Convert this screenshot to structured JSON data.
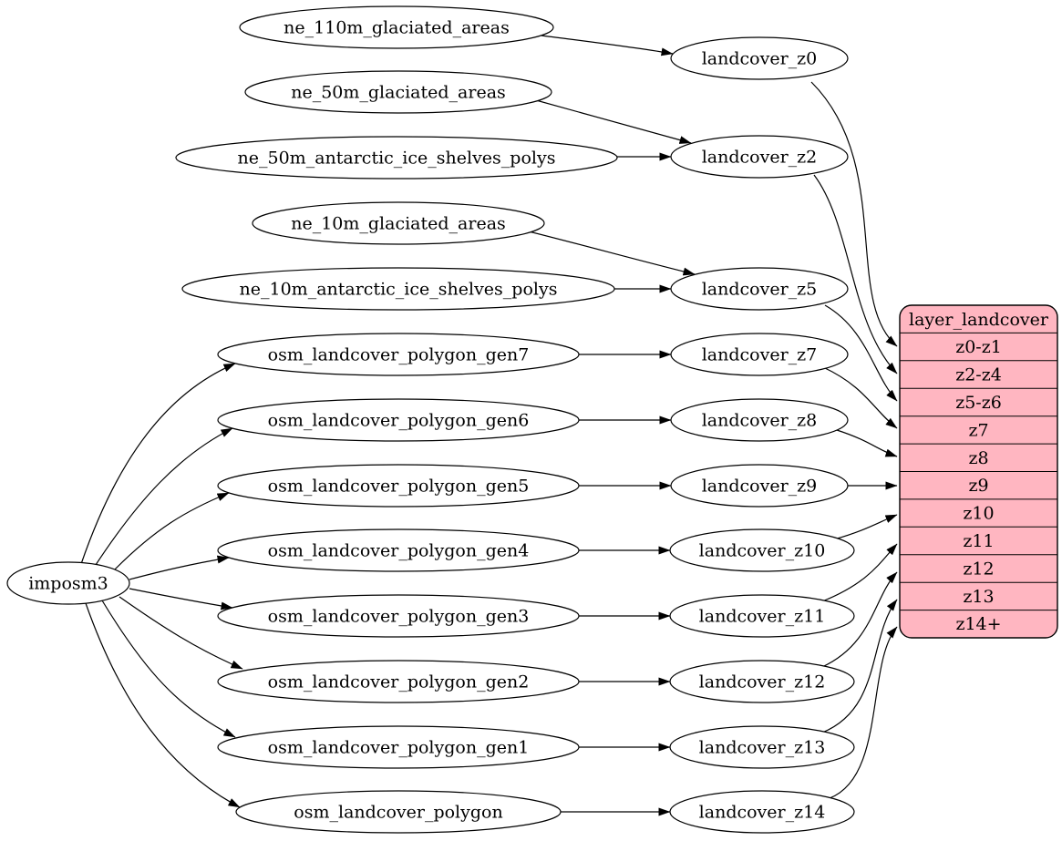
{
  "diagram": {
    "type": "graphviz-flow",
    "background": "#ffffff",
    "node_fill": "#ffffff",
    "node_stroke": "#000000",
    "edge_color": "#000000",
    "nodes": {
      "imposm3": "imposm3",
      "ne_110m_glaciated_areas": "ne_110m_glaciated_areas",
      "ne_50m_glaciated_areas": "ne_50m_glaciated_areas",
      "ne_50m_antarctic_ice_shelves_polys": "ne_50m_antarctic_ice_shelves_polys",
      "ne_10m_glaciated_areas": "ne_10m_glaciated_areas",
      "ne_10m_antarctic_ice_shelves_polys": "ne_10m_antarctic_ice_shelves_polys",
      "osm_landcover_polygon_gen7": "osm_landcover_polygon_gen7",
      "osm_landcover_polygon_gen6": "osm_landcover_polygon_gen6",
      "osm_landcover_polygon_gen5": "osm_landcover_polygon_gen5",
      "osm_landcover_polygon_gen4": "osm_landcover_polygon_gen4",
      "osm_landcover_polygon_gen3": "osm_landcover_polygon_gen3",
      "osm_landcover_polygon_gen2": "osm_landcover_polygon_gen2",
      "osm_landcover_polygon_gen1": "osm_landcover_polygon_gen1",
      "osm_landcover_polygon": "osm_landcover_polygon",
      "landcover_z0": "landcover_z0",
      "landcover_z2": "landcover_z2",
      "landcover_z5": "landcover_z5",
      "landcover_z7": "landcover_z7",
      "landcover_z8": "landcover_z8",
      "landcover_z9": "landcover_z9",
      "landcover_z10": "landcover_z10",
      "landcover_z11": "landcover_z11",
      "landcover_z12": "landcover_z12",
      "landcover_z13": "landcover_z13",
      "landcover_z14": "landcover_z14"
    },
    "record": {
      "title": "layer_landcover",
      "rows": [
        "z0-z1",
        "z2-z4",
        "z5-z6",
        "z7",
        "z8",
        "z9",
        "z10",
        "z11",
        "z12",
        "z13",
        "z14+"
      ],
      "fill": "#ffb6c1",
      "stroke": "#000000"
    },
    "edges": [
      {
        "from": "imposm3",
        "to": "osm_landcover_polygon_gen7"
      },
      {
        "from": "imposm3",
        "to": "osm_landcover_polygon_gen6"
      },
      {
        "from": "imposm3",
        "to": "osm_landcover_polygon_gen5"
      },
      {
        "from": "imposm3",
        "to": "osm_landcover_polygon_gen4"
      },
      {
        "from": "imposm3",
        "to": "osm_landcover_polygon_gen3"
      },
      {
        "from": "imposm3",
        "to": "osm_landcover_polygon_gen2"
      },
      {
        "from": "imposm3",
        "to": "osm_landcover_polygon_gen1"
      },
      {
        "from": "imposm3",
        "to": "osm_landcover_polygon"
      },
      {
        "from": "ne_110m_glaciated_areas",
        "to": "landcover_z0"
      },
      {
        "from": "ne_50m_glaciated_areas",
        "to": "landcover_z2"
      },
      {
        "from": "ne_50m_antarctic_ice_shelves_polys",
        "to": "landcover_z2"
      },
      {
        "from": "ne_10m_glaciated_areas",
        "to": "landcover_z5"
      },
      {
        "from": "ne_10m_antarctic_ice_shelves_polys",
        "to": "landcover_z5"
      },
      {
        "from": "osm_landcover_polygon_gen7",
        "to": "landcover_z7"
      },
      {
        "from": "osm_landcover_polygon_gen6",
        "to": "landcover_z8"
      },
      {
        "from": "osm_landcover_polygon_gen5",
        "to": "landcover_z9"
      },
      {
        "from": "osm_landcover_polygon_gen4",
        "to": "landcover_z10"
      },
      {
        "from": "osm_landcover_polygon_gen3",
        "to": "landcover_z11"
      },
      {
        "from": "osm_landcover_polygon_gen2",
        "to": "landcover_z12"
      },
      {
        "from": "osm_landcover_polygon_gen1",
        "to": "landcover_z13"
      },
      {
        "from": "osm_landcover_polygon",
        "to": "landcover_z14"
      },
      {
        "from": "landcover_z0",
        "to": "layer_landcover",
        "port": "z0-z1"
      },
      {
        "from": "landcover_z2",
        "to": "layer_landcover",
        "port": "z2-z4"
      },
      {
        "from": "landcover_z5",
        "to": "layer_landcover",
        "port": "z5-z6"
      },
      {
        "from": "landcover_z7",
        "to": "layer_landcover",
        "port": "z7"
      },
      {
        "from": "landcover_z8",
        "to": "layer_landcover",
        "port": "z8"
      },
      {
        "from": "landcover_z9",
        "to": "layer_landcover",
        "port": "z9"
      },
      {
        "from": "landcover_z10",
        "to": "layer_landcover",
        "port": "z10"
      },
      {
        "from": "landcover_z11",
        "to": "layer_landcover",
        "port": "z11"
      },
      {
        "from": "landcover_z12",
        "to": "layer_landcover",
        "port": "z12"
      },
      {
        "from": "landcover_z13",
        "to": "layer_landcover",
        "port": "z13"
      },
      {
        "from": "landcover_z14",
        "to": "layer_landcover",
        "port": "z14+"
      }
    ]
  }
}
